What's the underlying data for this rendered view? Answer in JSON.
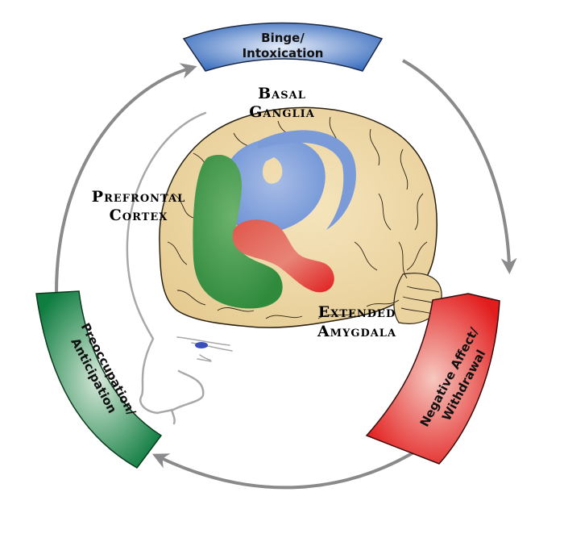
{
  "title": "Addiction cycle brain regions diagram",
  "stages": [
    {
      "id": "binge",
      "line1": "Binge/",
      "line2": "Intoxication",
      "color": "#3b6fbf"
    },
    {
      "id": "withdrawal",
      "line1": "Negative Affect/",
      "line2": "Withdrawal",
      "color": "#e02020"
    },
    {
      "id": "preoccupation",
      "line1": "Preoccupation/",
      "line2": "Anticipation",
      "color": "#128043"
    }
  ],
  "regions": {
    "basal_ganglia": {
      "line1": "Basal",
      "line2": "Ganglia",
      "color": "#6e93d6"
    },
    "prefrontal_cortex": {
      "line1": "Prefrontal",
      "line2": "Cortex",
      "color": "#3f9a46"
    },
    "extended_amygdala": {
      "line1": "Extended",
      "line2": "Amygdala",
      "color": "#e2322a"
    }
  },
  "colors": {
    "arrow": "#8a8a8c",
    "brain": "#efd9a8",
    "brain_outline": "#2b2214",
    "face_outline": "#a8a8a8"
  }
}
